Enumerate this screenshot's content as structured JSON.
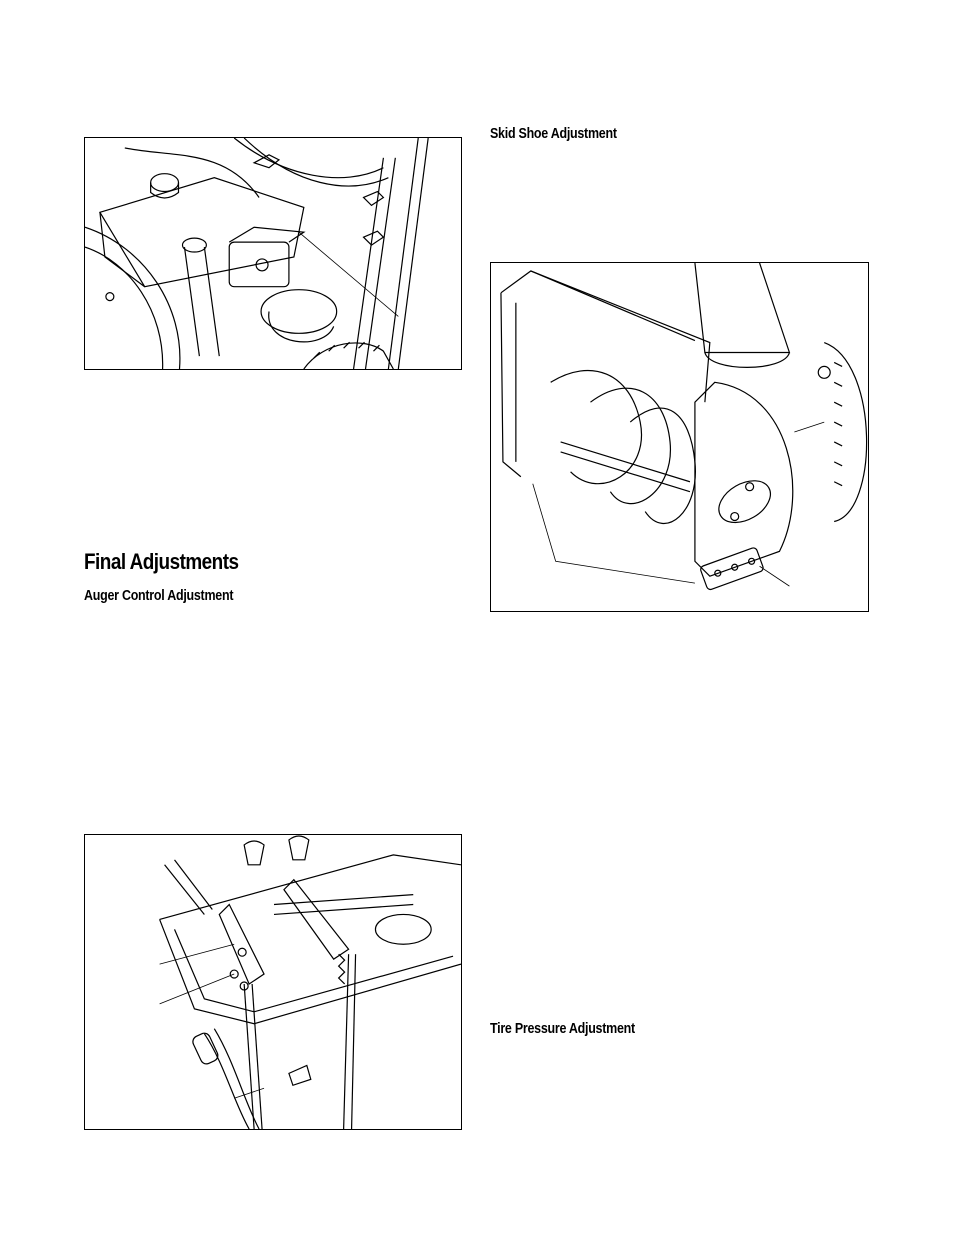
{
  "sections": {
    "final_adjustments": {
      "title": "Final Adjustments"
    },
    "auger_control": {
      "title": "Auger Control Adjustment"
    },
    "skid_shoe": {
      "title": "Skid Shoe Adjustment"
    },
    "tire_pressure": {
      "title": "Tire Pressure Adjustment"
    }
  },
  "figures": {
    "engine": {
      "icon": "engine-illustration"
    },
    "auger_housing": {
      "icon": "auger-housing-illustration"
    },
    "control_panel": {
      "icon": "handle-control-panel-illustration"
    }
  }
}
